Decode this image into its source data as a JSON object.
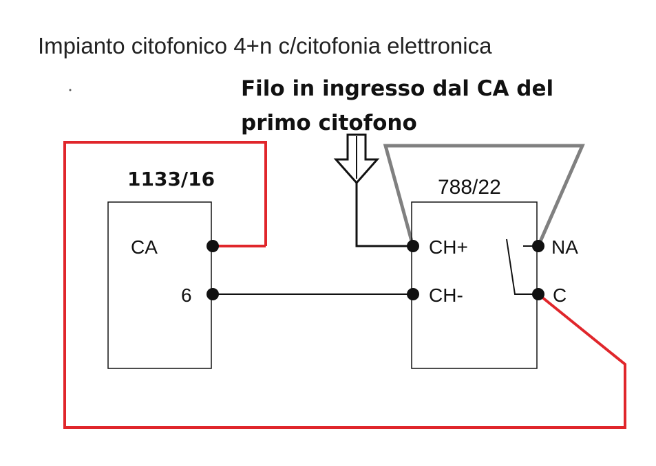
{
  "title": "Impianto citofonico 4+n c/citofonia elettronica",
  "note": {
    "line1": "Filo in ingresso dal CA del",
    "line2": "primo citofono"
  },
  "device_left": {
    "code": "1133/16",
    "terminals": [
      "CA",
      "6"
    ]
  },
  "device_right": {
    "code": "788/22",
    "terminals_left": [
      "CH+",
      "CH-"
    ],
    "terminals_right": [
      "NA",
      "C"
    ]
  },
  "colors": {
    "red_wire": "#e0262b",
    "grey_wire": "#808080",
    "black_wire": "#111111"
  }
}
